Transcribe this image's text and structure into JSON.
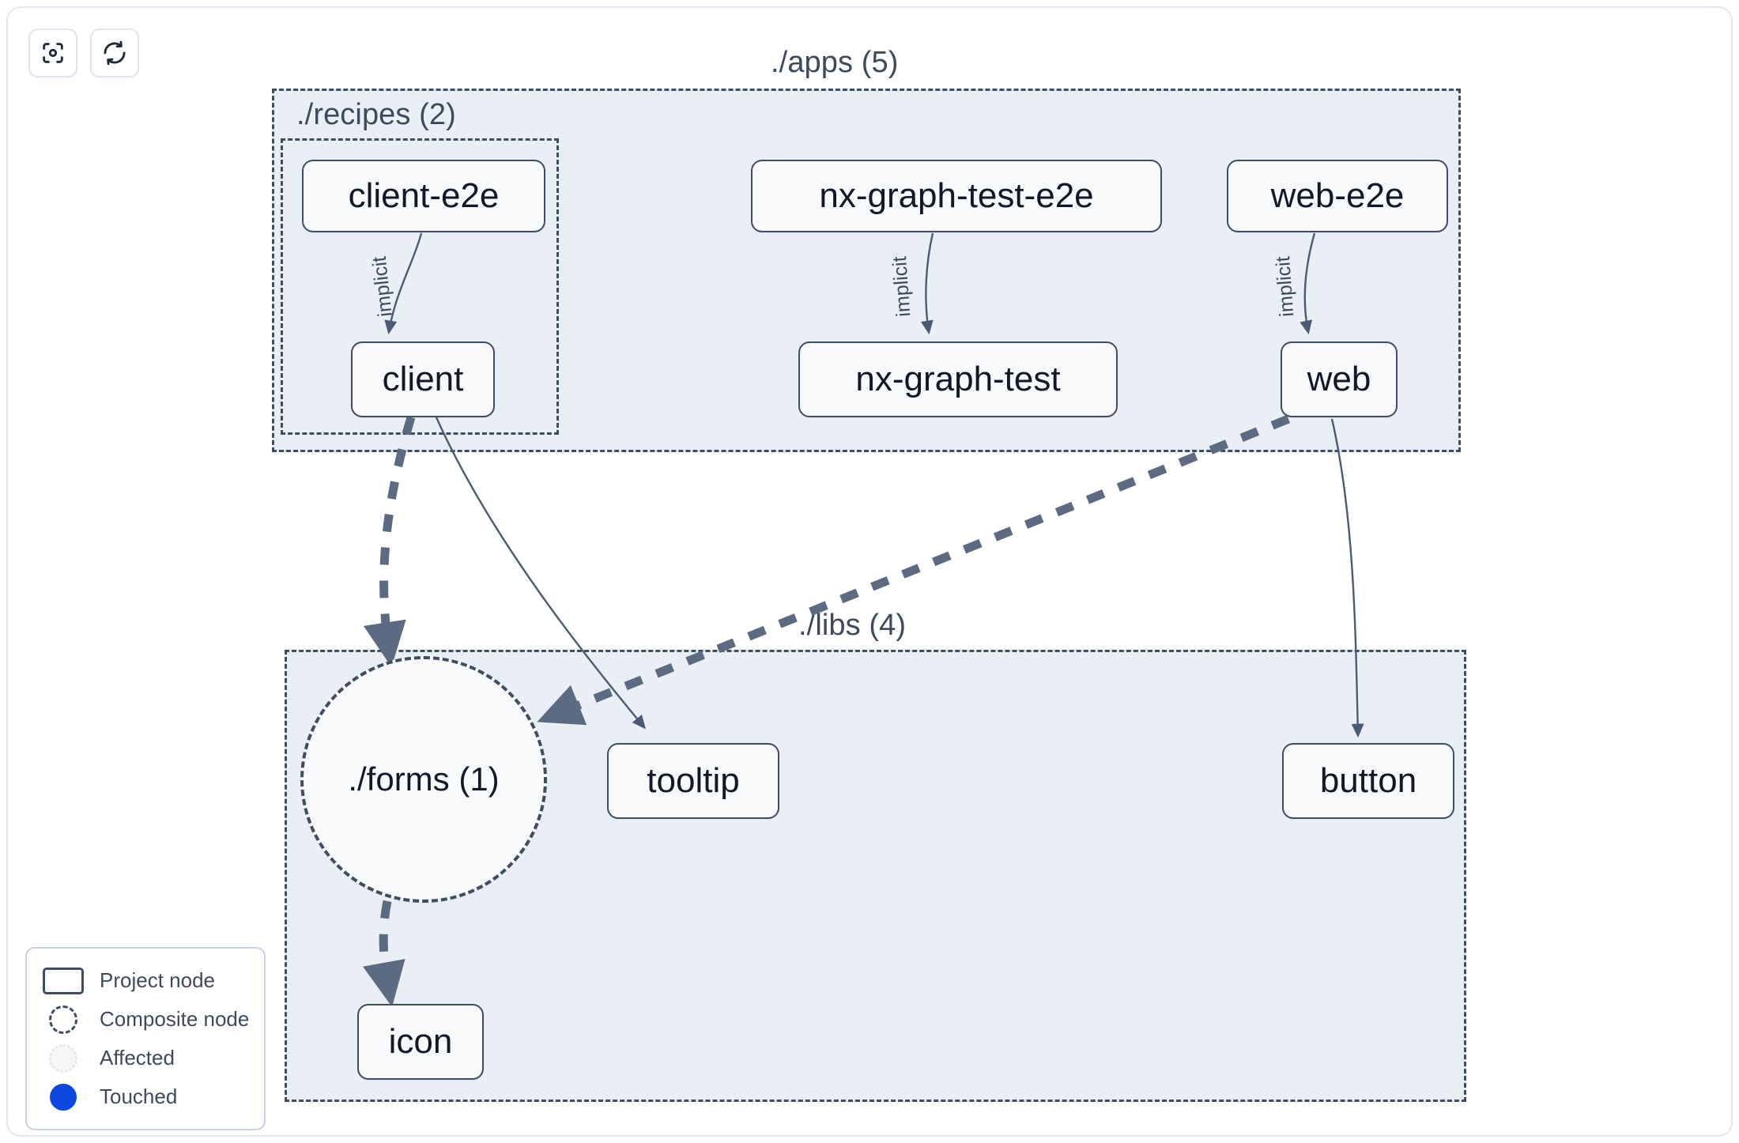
{
  "toolbar": {
    "buttons": [
      {
        "name": "focus-graph-button",
        "icon": "focus-target-icon",
        "label": ""
      },
      {
        "name": "refresh-graph-button",
        "icon": "refresh-icon",
        "label": ""
      }
    ]
  },
  "graph": {
    "groups": [
      {
        "id": "apps",
        "label": "./apps (5)",
        "count": 5
      },
      {
        "id": "recipes",
        "label": "./recipes (2)",
        "count": 2
      },
      {
        "id": "libs",
        "label": "./libs (4)",
        "count": 4
      }
    ],
    "nodes": [
      {
        "id": "client-e2e",
        "label": "client-e2e",
        "type": "project",
        "group": "recipes"
      },
      {
        "id": "nx-graph-test-e2e",
        "label": "nx-graph-test-e2e",
        "type": "project",
        "group": "apps"
      },
      {
        "id": "web-e2e",
        "label": "web-e2e",
        "type": "project",
        "group": "apps"
      },
      {
        "id": "client",
        "label": "client",
        "type": "project",
        "group": "recipes"
      },
      {
        "id": "nx-graph-test",
        "label": "nx-graph-test",
        "type": "project",
        "group": "apps"
      },
      {
        "id": "web",
        "label": "web",
        "type": "project",
        "group": "apps"
      },
      {
        "id": "forms",
        "label": "./forms (1)",
        "type": "composite",
        "group": "libs"
      },
      {
        "id": "tooltip",
        "label": "tooltip",
        "type": "project",
        "group": "libs"
      },
      {
        "id": "button",
        "label": "button",
        "type": "project",
        "group": "libs"
      },
      {
        "id": "icon",
        "label": "icon",
        "type": "project",
        "group": "libs"
      }
    ],
    "edges": [
      {
        "from": "client-e2e",
        "to": "client",
        "label": "implicit",
        "style": "solid"
      },
      {
        "from": "nx-graph-test-e2e",
        "to": "nx-graph-test",
        "label": "implicit",
        "style": "solid"
      },
      {
        "from": "web-e2e",
        "to": "web",
        "label": "implicit",
        "style": "solid"
      },
      {
        "from": "client",
        "to": "forms",
        "label": "",
        "style": "dashed"
      },
      {
        "from": "client",
        "to": "tooltip",
        "label": "",
        "style": "solid"
      },
      {
        "from": "web",
        "to": "forms",
        "label": "",
        "style": "dashed"
      },
      {
        "from": "web",
        "to": "button",
        "label": "",
        "style": "solid"
      },
      {
        "from": "forms",
        "to": "icon",
        "label": "",
        "style": "dashed"
      }
    ]
  },
  "legend": {
    "items": [
      {
        "key": "project-node-key",
        "label": "Project node"
      },
      {
        "key": "composite-node-key",
        "label": "Composite node"
      },
      {
        "key": "affected-key",
        "label": "Affected"
      },
      {
        "key": "touched-key",
        "label": "Touched"
      }
    ]
  },
  "colors": {
    "node_border": "#3f4d63",
    "node_fill": "#f7f9fb",
    "group_fill": "#eaeff5",
    "edge": "#4c5b73",
    "touched": "#0b48e0",
    "text": "#3d4a5c"
  }
}
